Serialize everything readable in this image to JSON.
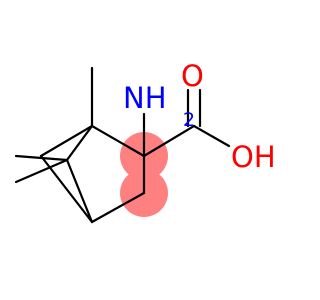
{
  "molecule": {
    "labels": {
      "amine": "NH",
      "amine_subscript": "2",
      "carbonyl_oxygen": "O",
      "hydroxyl": "OH"
    },
    "colors": {
      "bond": "#000000",
      "oxygen": "#ff0000",
      "nitrogen": "#0000ff",
      "highlight": "#ff8080"
    }
  }
}
